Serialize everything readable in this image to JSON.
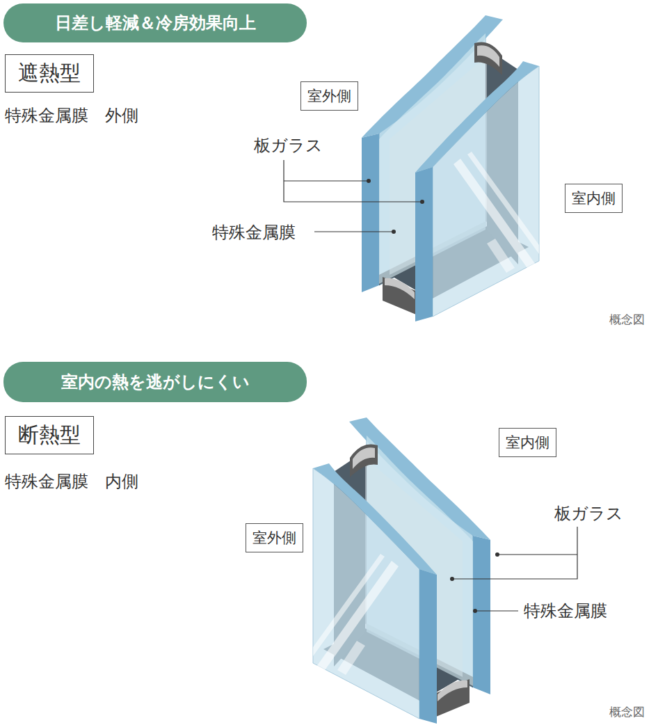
{
  "diagram": {
    "nodes": [
      {
        "text": [
          "日差し軽減＆冷房効果向上"
        ]
      },
      {
        "text": [
          "遮熱型"
        ]
      },
      {
        "text": [
          "室外側"
        ]
      },
      {
        "text": [
          "室内側"
        ]
      },
      {
        "text": [
          "室内の熱を逃がしにくい"
        ]
      },
      {
        "text": [
          "断熱型"
        ]
      },
      {
        "text": [
          "室内側"
        ]
      },
      {
        "text": [
          "室外側"
        ]
      }
    ],
    "labels": [
      "特殊金属膜　外側",
      "板ガラス",
      "特殊金属膜",
      "概念図",
      "特殊金属膜　内側",
      "板ガラス",
      "特殊金属膜",
      "概念図"
    ]
  }
}
